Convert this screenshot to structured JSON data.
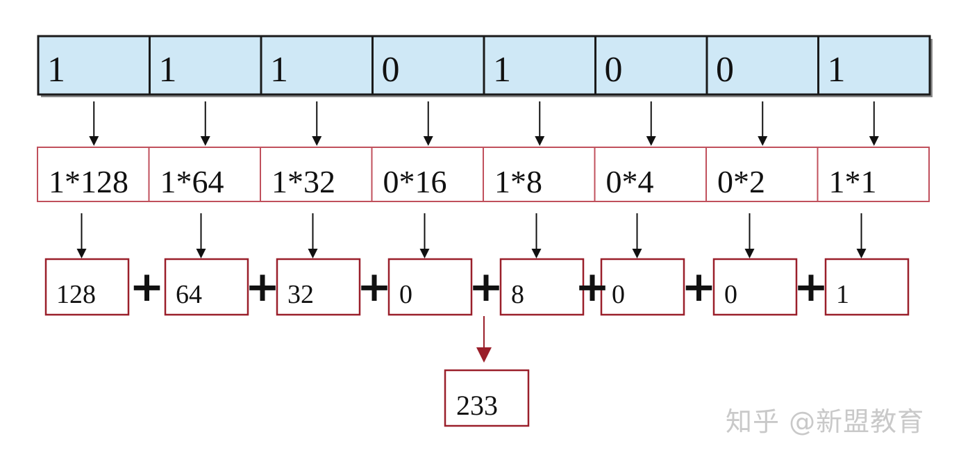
{
  "bits": [
    "1",
    "1",
    "1",
    "0",
    "1",
    "0",
    "0",
    "1"
  ],
  "products": [
    "1*128",
    "1*64",
    "1*32",
    "0*16",
    "1*8",
    "0*4",
    "0*2",
    "1*1"
  ],
  "values": [
    "128",
    "64",
    "32",
    "0",
    "8",
    "0",
    "0",
    "1"
  ],
  "operator": "+",
  "result": "233",
  "watermark": "知乎 @新盟教育",
  "colors": {
    "bit_fill": "#cfe8f6",
    "bit_border": "#1a1a1a",
    "product_border": "#c0505c",
    "value_border": "#9a1f2a",
    "result_arrow": "#9a1f2a",
    "arrow": "#111111"
  }
}
